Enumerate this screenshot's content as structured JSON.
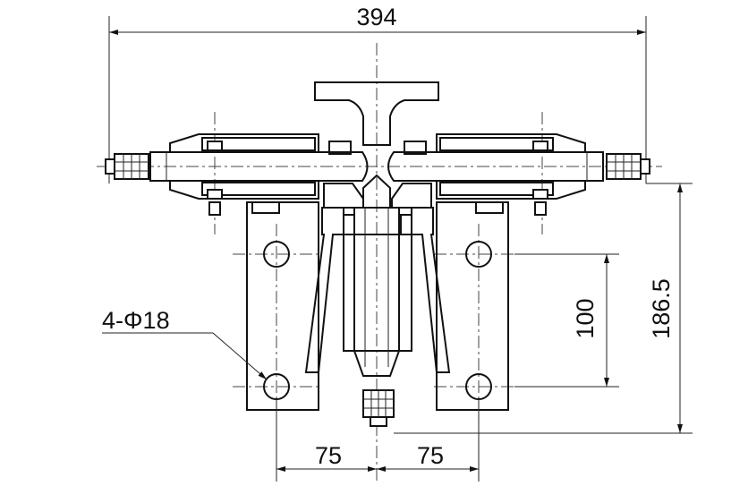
{
  "drawing": {
    "dimensions": {
      "overall_width": "394",
      "height_total": "186.5",
      "hole_spacing_vertical": "100",
      "hole_offset_left": "75",
      "hole_offset_right": "75"
    },
    "callouts": {
      "holes": "4-Φ18"
    }
  }
}
